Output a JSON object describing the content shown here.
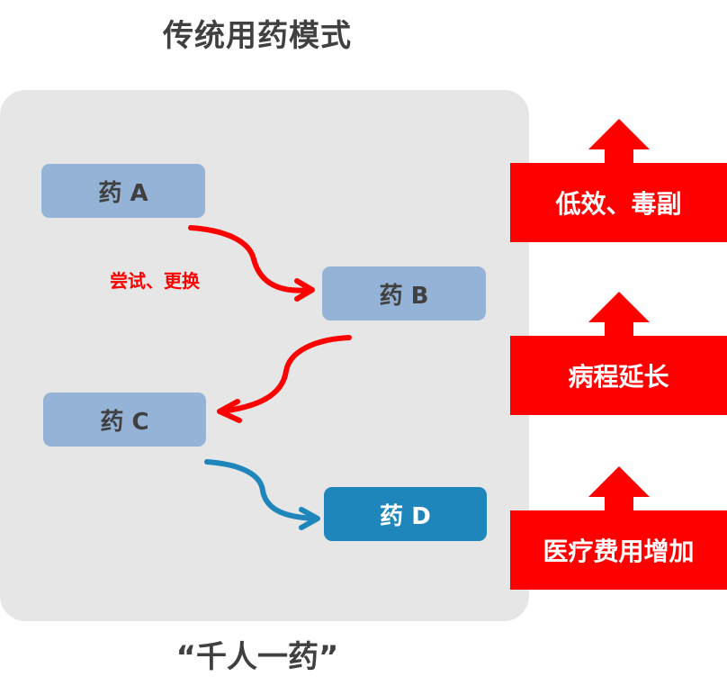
{
  "title": "传统用药模式",
  "footer": "“千人一药”",
  "drugs": [
    {
      "label": "药 A"
    },
    {
      "label": "药 B"
    },
    {
      "label": "药 C"
    },
    {
      "label": "药 D"
    }
  ],
  "switch_label": "尝试、更换",
  "effects": [
    {
      "label": "低效、毒副"
    },
    {
      "label": "病程延长"
    },
    {
      "label": "医疗费用增加"
    }
  ],
  "colors": {
    "panel": "#e6e6e6",
    "drug_box": "#95b3d7",
    "drug_active": "#1f86bc",
    "arrow_red": "#ff0000",
    "arrow_blue": "#1f86bc",
    "effect_bg": "#ff0000",
    "text_dark": "#404040"
  }
}
